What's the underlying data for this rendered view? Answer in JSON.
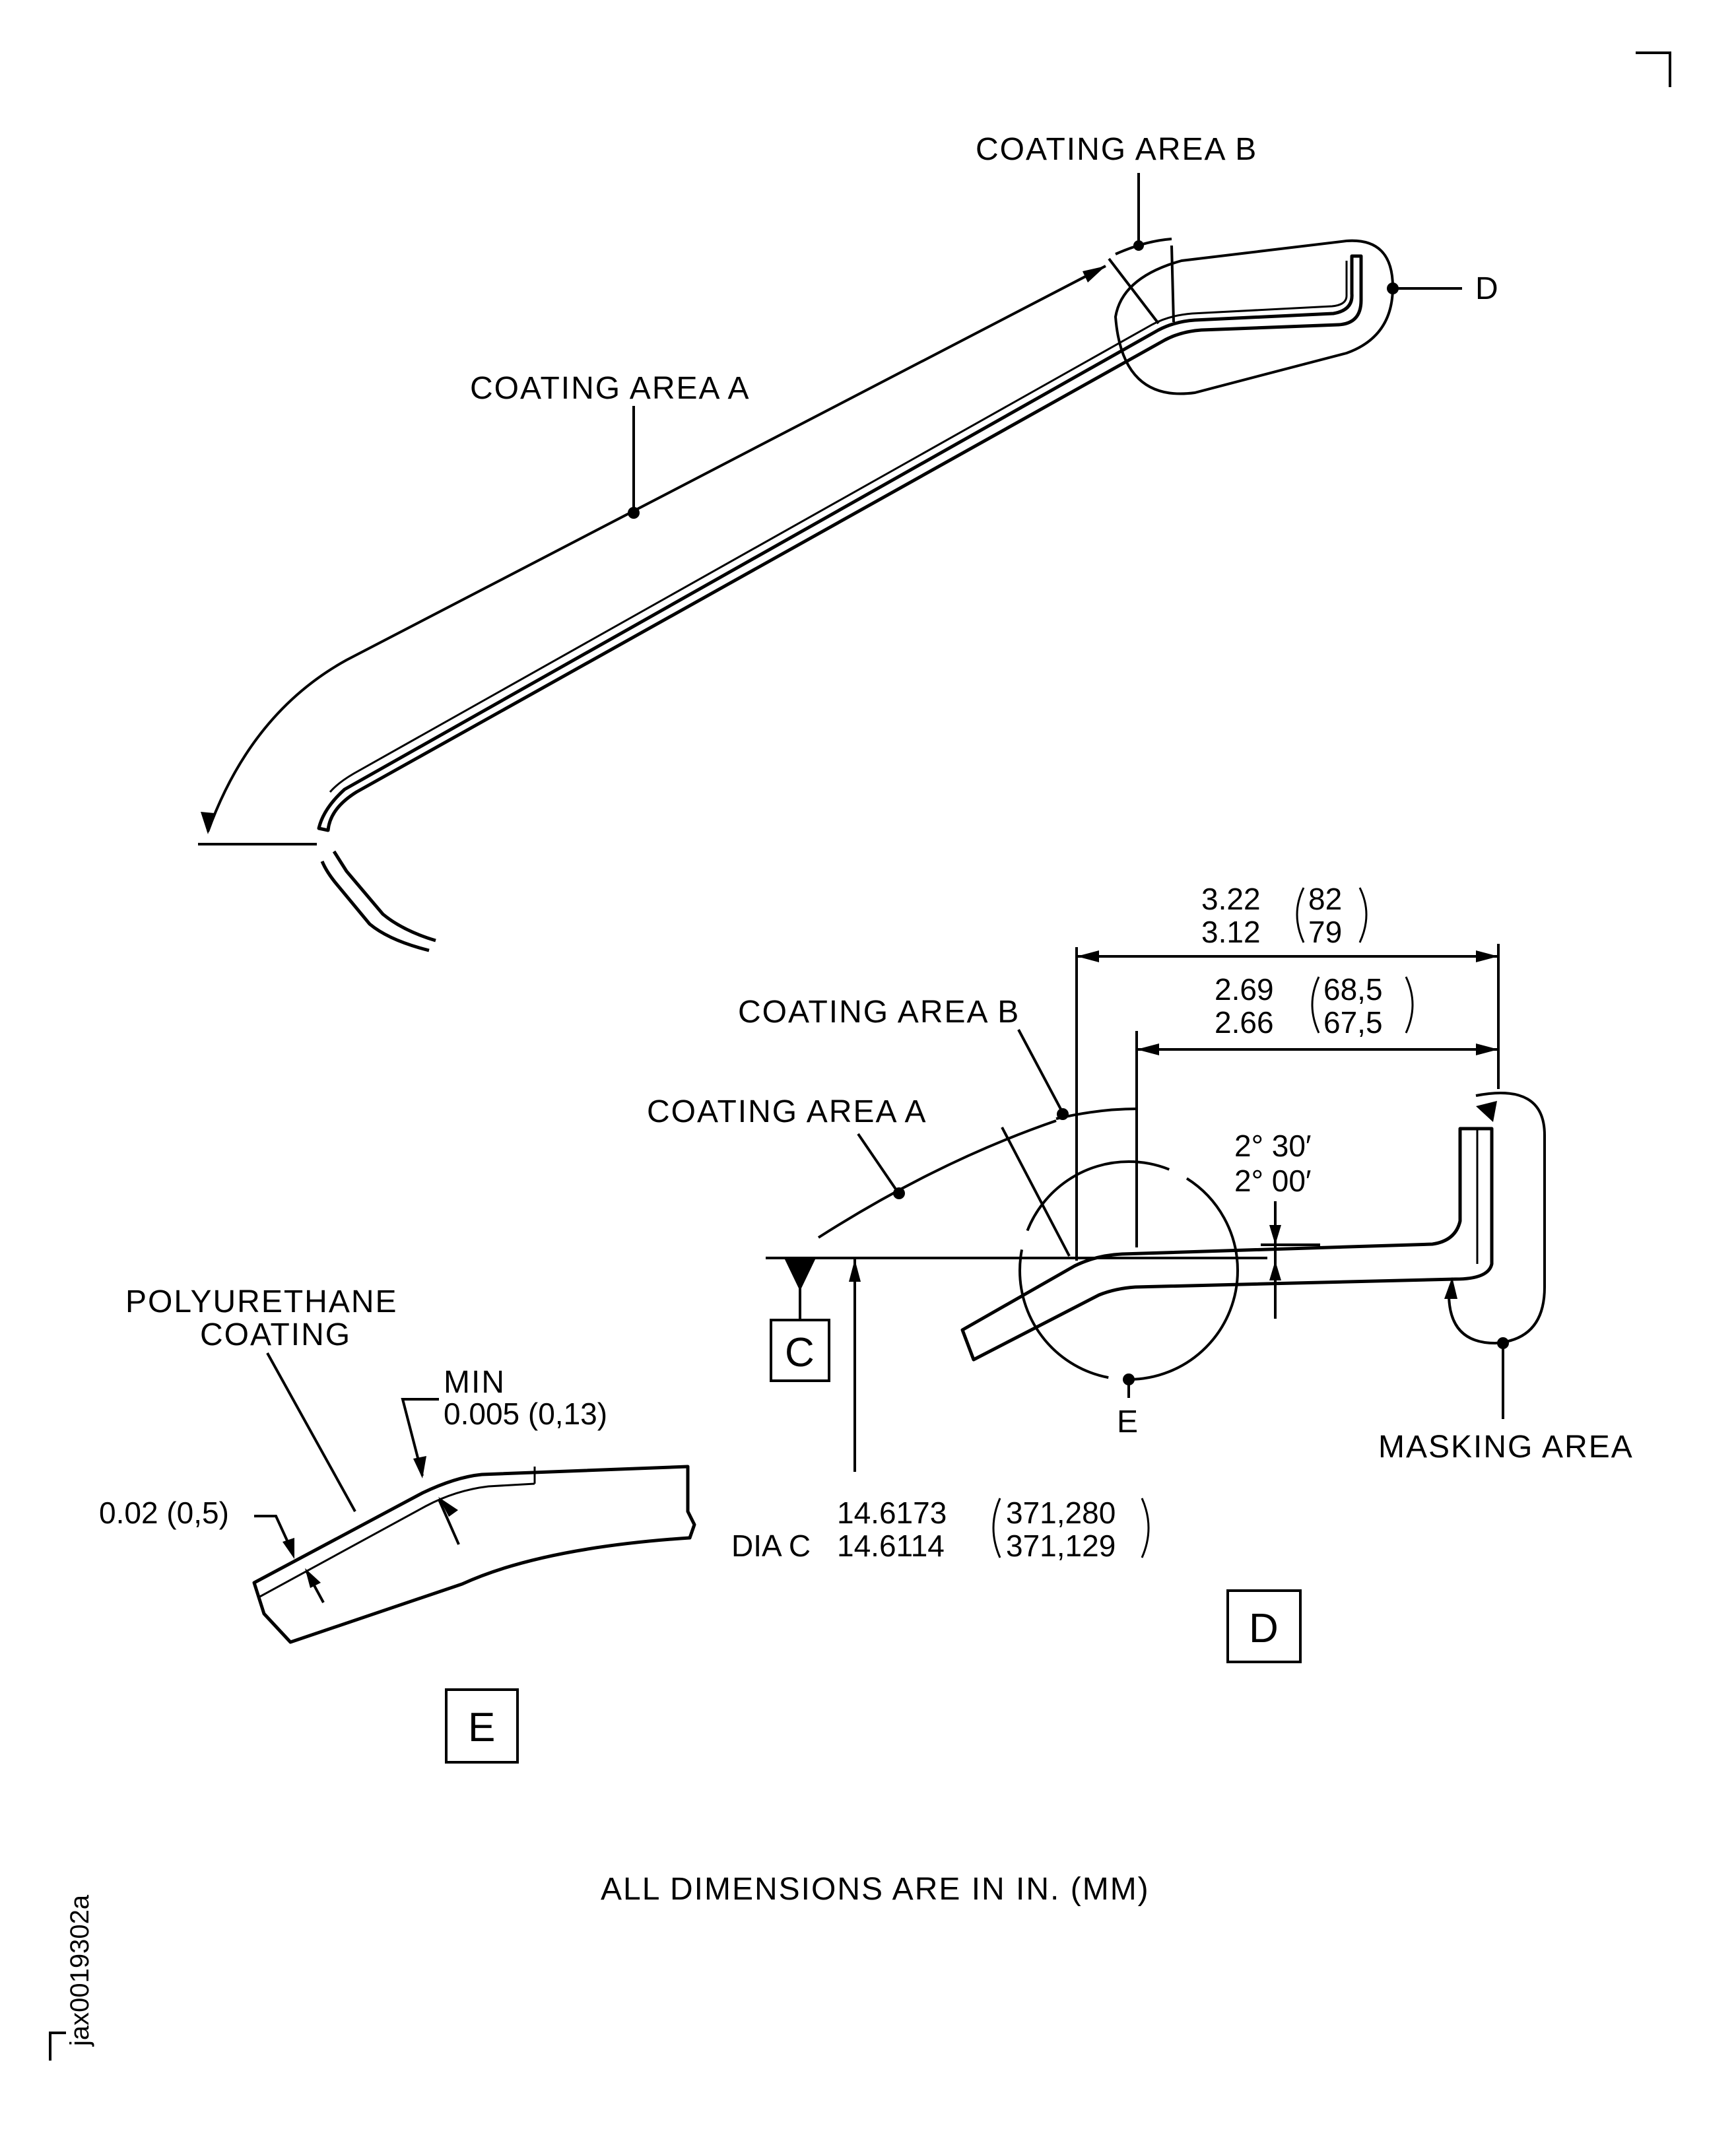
{
  "upper_view": {
    "coating_area_b": "COATING AREA B",
    "coating_area_a": "COATING AREA A",
    "detail_d_callout": "D"
  },
  "detail_d": {
    "dim_overall_upper": "3.22",
    "dim_overall_upper_mm": "82",
    "dim_overall_lower": "3.12",
    "dim_overall_lower_mm": "79",
    "dim_inner_upper": "2.69",
    "dim_inner_upper_mm": "68,5",
    "dim_inner_lower": "2.66",
    "dim_inner_lower_mm": "67,5",
    "coating_area_b": "COATING AREA B",
    "coating_area_a": "COATING AREA A",
    "angle_upper": "2° 30′",
    "angle_lower": "2° 00′",
    "datum_c": "C",
    "detail_e_callout": "E",
    "masking_area": "MASKING AREA",
    "dia_upper": "14.6173",
    "dia_upper_mm": "371,280",
    "dia_prefix": "DIA C",
    "dia_lower": "14.6114",
    "dia_lower_mm": "371,129",
    "view_label": "D"
  },
  "detail_e": {
    "coating_line1": "POLYURETHANE",
    "coating_line2": "COATING",
    "min_label": "MIN",
    "min_thickness": "0.005 (0,13)",
    "thickness": "0.02 (0,5)",
    "view_label": "E"
  },
  "footer": {
    "note": "ALL DIMENSIONS ARE IN IN. (MM)",
    "figure_id": "jax0019302a"
  }
}
